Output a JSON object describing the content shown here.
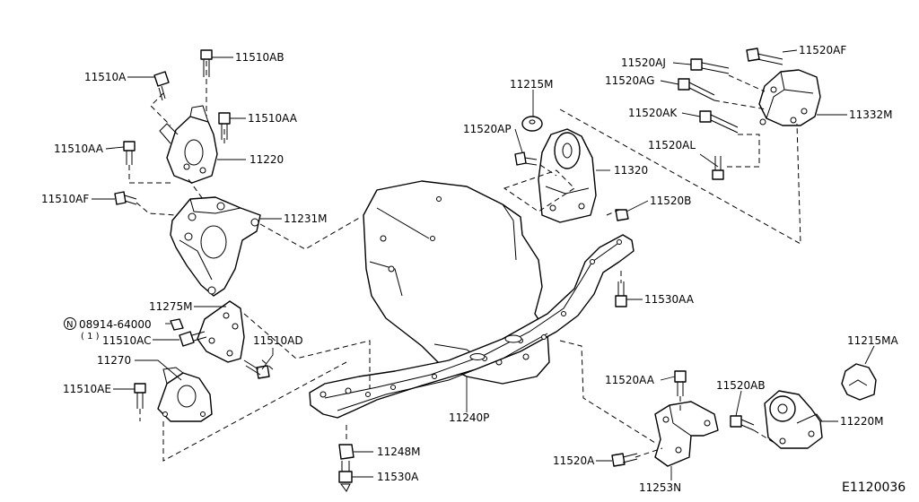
{
  "diagram_id": "E1120036",
  "labels": {
    "l_11510A": "11510A",
    "l_11510AB": "11510AB",
    "l_11510AA_top": "11510AA",
    "l_11510AA_left": "11510AA",
    "l_11220": "11220",
    "l_11510AF": "11510AF",
    "l_11231M": "11231M",
    "l_11275M": "11275M",
    "l_08914": "08914-64000",
    "l_08914_qty": "( 1 )",
    "l_N_symbol": "N",
    "l_11510AC": "11510AC",
    "l_11510AD": "11510AD",
    "l_11270": "11270",
    "l_11510AE": "11510AE",
    "l_11215M": "11215M",
    "l_11520AP": "11520AP",
    "l_11320": "11320",
    "l_11520B": "11520B",
    "l_11520AJ": "11520AJ",
    "l_11520AF": "11520AF",
    "l_11520AG": "11520AG",
    "l_11520AK": "11520AK",
    "l_11332M": "11332M",
    "l_11520AL": "11520AL",
    "l_11530AA": "11530AA",
    "l_11215MA": "11215MA",
    "l_11520AA": "11520AA",
    "l_11520AB": "11520AB",
    "l_11220M": "11220M",
    "l_11240P": "11240P",
    "l_11248M": "11248M",
    "l_11530A": "11530A",
    "l_11520A": "11520A",
    "l_11253N": "11253N"
  }
}
